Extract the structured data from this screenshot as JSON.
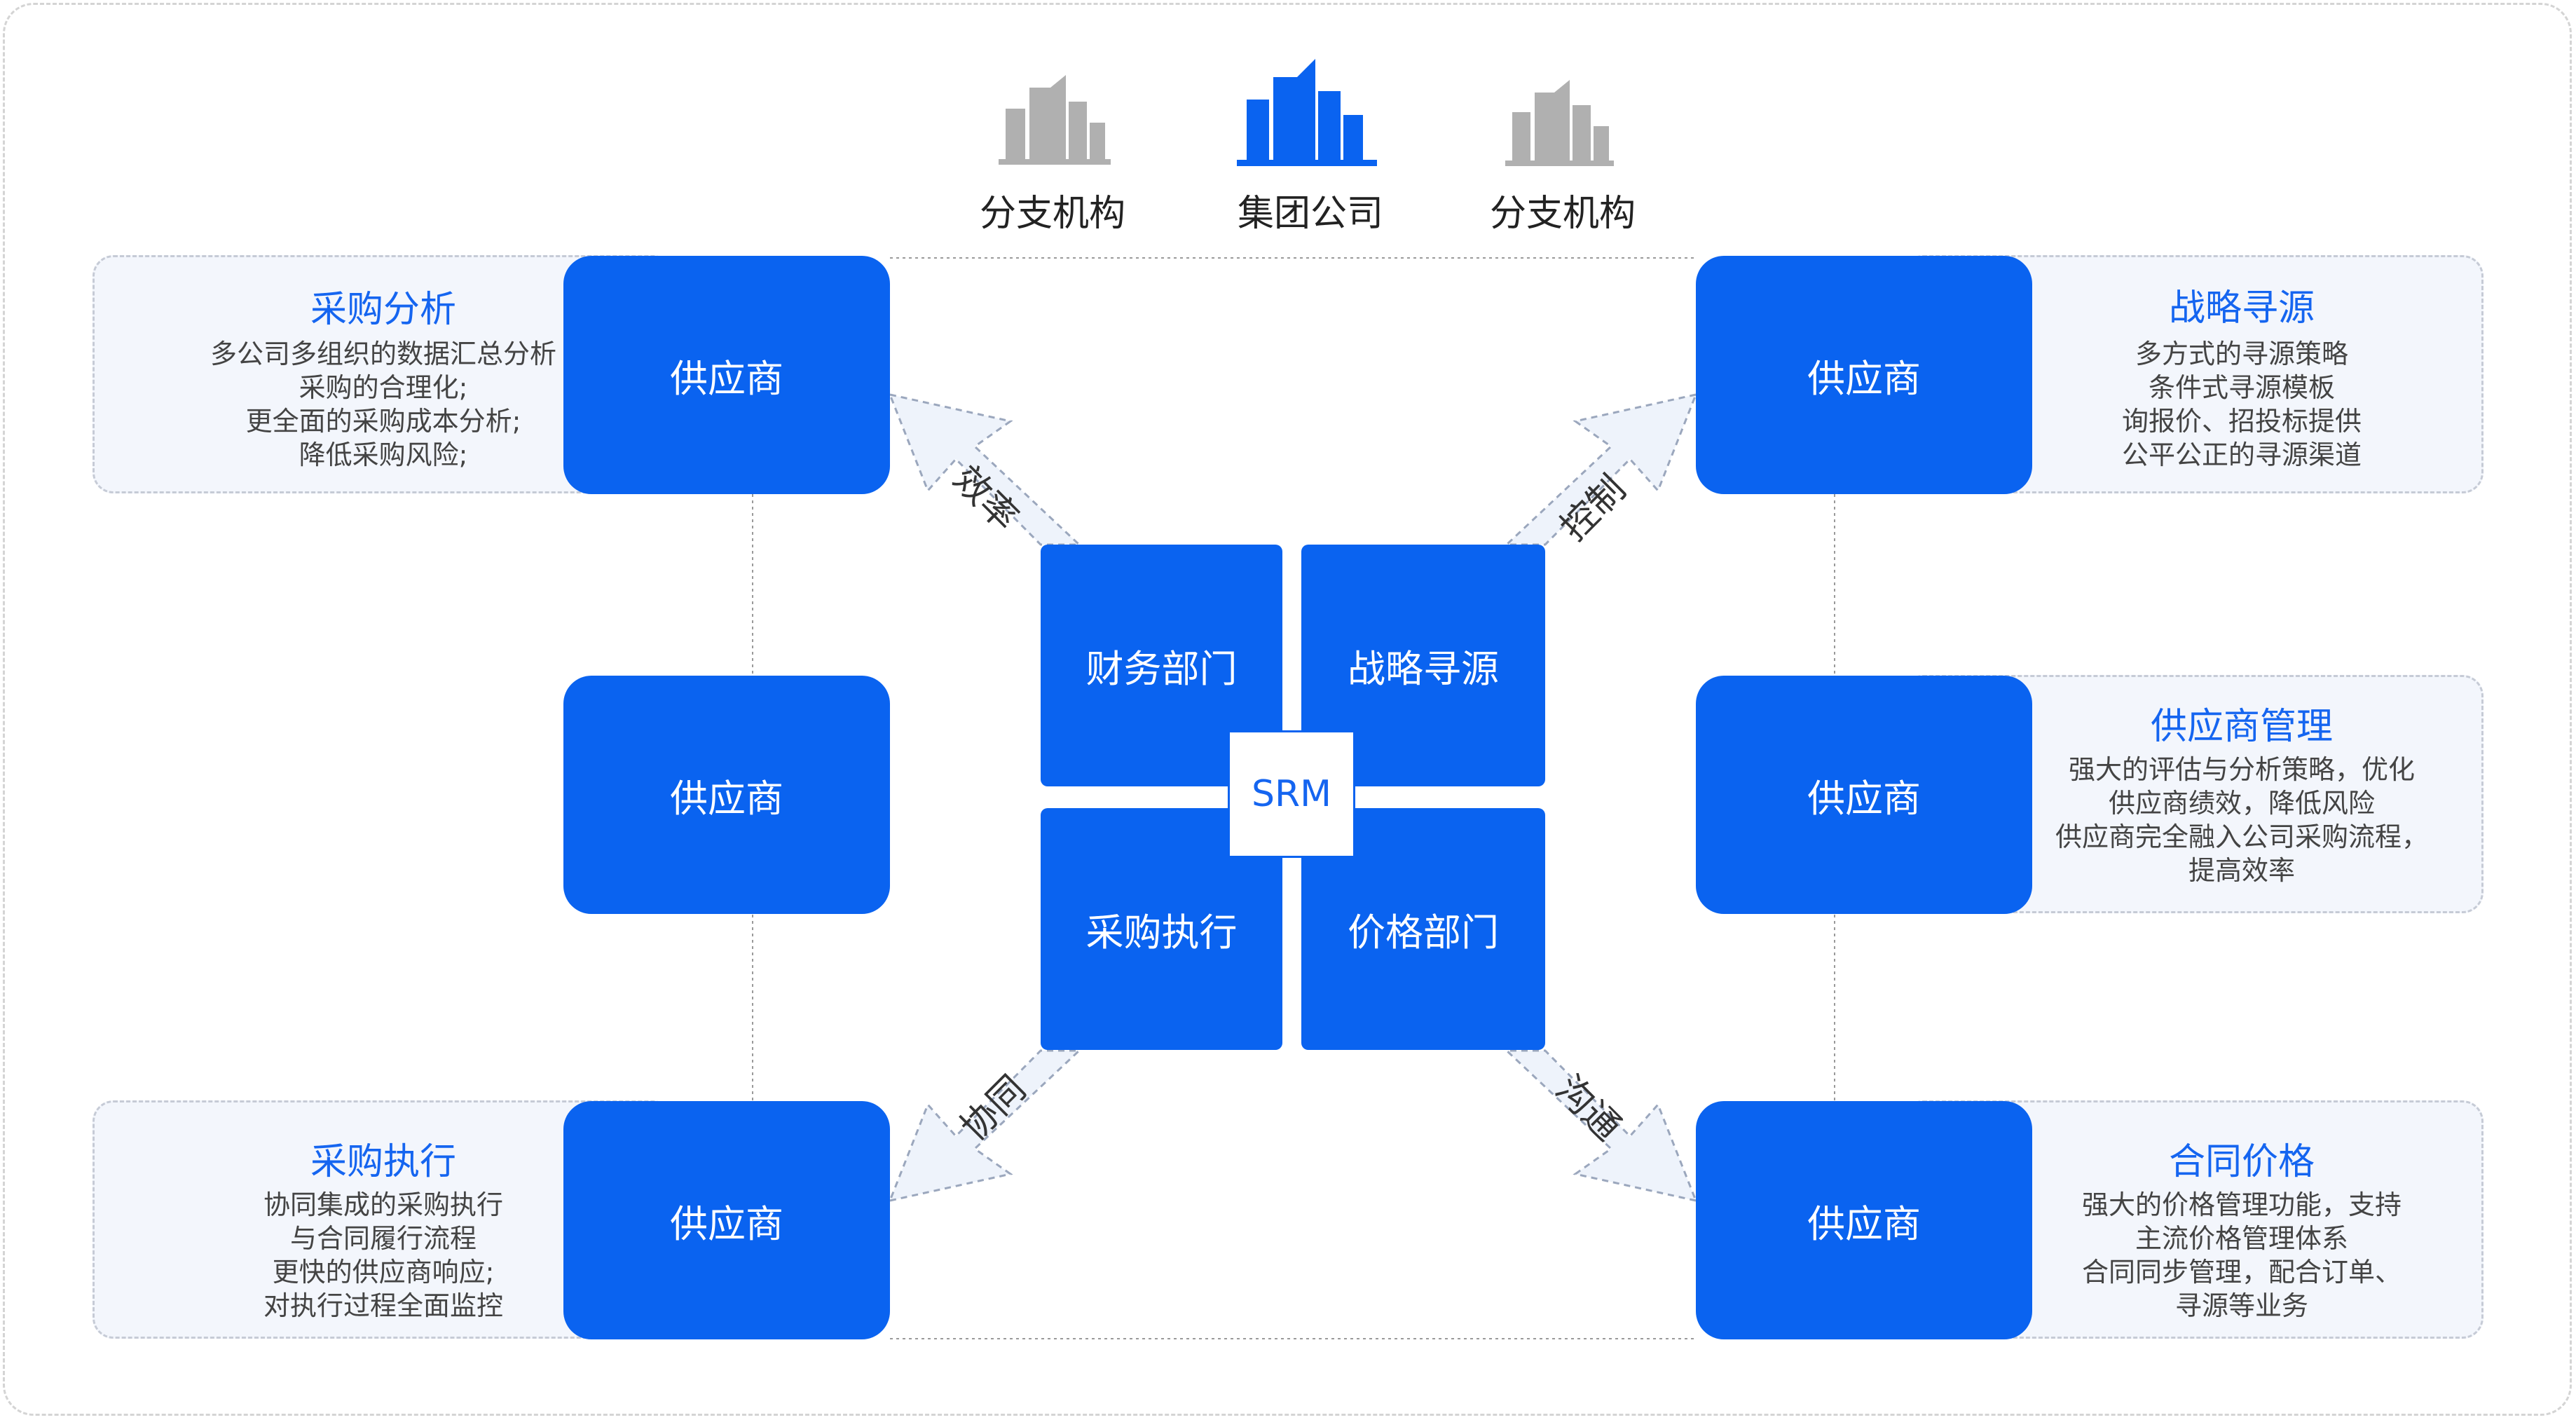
{
  "org": {
    "branch_left": "分支机构",
    "group": "集团公司",
    "branch_right": "分支机构"
  },
  "colors": {
    "primary": "#0a63f0",
    "title": "#1565f0",
    "panel_bg": "#f3f6fc",
    "building_gray": "#b0b0b0"
  },
  "panels": {
    "purchase_analysis": {
      "title": "采购分析",
      "lines": [
        "多公司多组织的数据汇总分析",
        "采购的合理化;",
        "更全面的采购成本分析;",
        "降低采购风险;"
      ]
    },
    "purchase_execution": {
      "title": "采购执行",
      "lines": [
        "协同集成的采购执行",
        "与合同履行流程",
        "更快的供应商响应;",
        "对执行过程全面监控"
      ]
    },
    "strategic_sourcing": {
      "title": "战略寻源",
      "lines": [
        "多方式的寻源策略",
        "条件式寻源模板",
        "询报价、招投标提供",
        "公平公正的寻源渠道"
      ]
    },
    "supplier_management": {
      "title": "供应商管理",
      "lines": [
        "强大的评估与分析策略，优化",
        "供应商绩效，降低风险",
        "供应商完全融入公司采购流程，",
        "提高效率"
      ]
    },
    "contract_price": {
      "title": "合同价格",
      "lines": [
        "强大的价格管理功能，支持",
        "主流价格管理体系",
        "合同同步管理，配合订单、",
        "寻源等业务"
      ]
    }
  },
  "supplier_label": "供应商",
  "center": {
    "finance": "财务部门",
    "sourcing": "战略寻源",
    "execution": "采购执行",
    "price": "价格部门",
    "core": "SRM"
  },
  "arrows": {
    "efficiency": "效率",
    "control": "控制",
    "collaboration": "协同",
    "communication": "沟通"
  }
}
